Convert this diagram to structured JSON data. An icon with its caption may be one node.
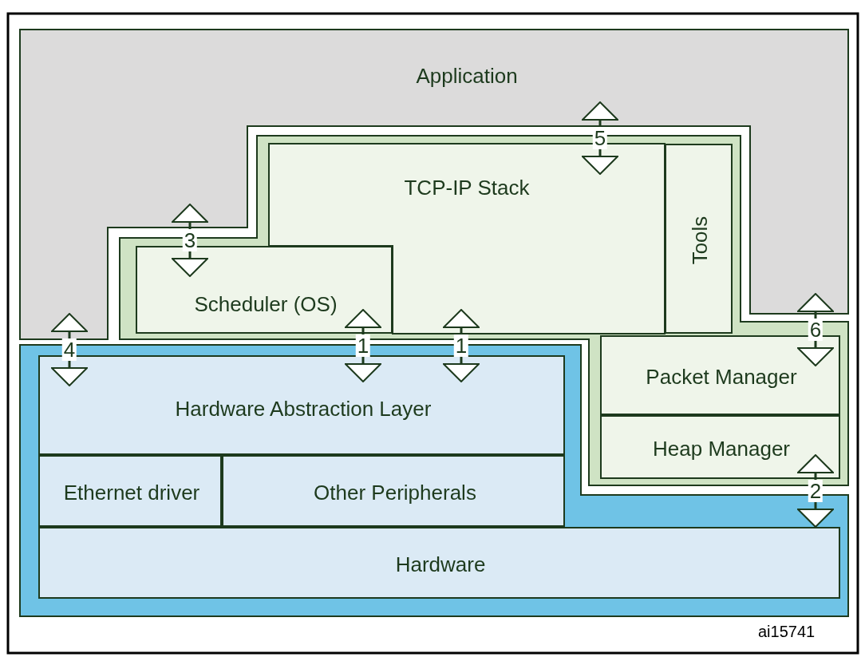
{
  "diagram": {
    "nodes": [
      {
        "text": [
          "Application"
        ]
      },
      {
        "text": [
          "TCP-IP Stack"
        ]
      },
      {
        "text": [
          "Tools"
        ]
      },
      {
        "text": [
          "Scheduler (OS)"
        ]
      },
      {
        "text": [
          "Packet Manager"
        ]
      },
      {
        "text": [
          "Heap Manager"
        ]
      },
      {
        "text": [
          "Hardware Abstraction Layer"
        ]
      },
      {
        "text": [
          "Ethernet driver"
        ]
      },
      {
        "text": [
          "Other Peripherals"
        ]
      },
      {
        "text": [
          "Hardware"
        ]
      }
    ],
    "edges": [
      {
        "from": 0,
        "to": 1,
        "arrow": "both",
        "label": "5"
      },
      {
        "from": 0,
        "to": 3,
        "arrow": "both",
        "label": "3"
      },
      {
        "from": 0,
        "to": 6,
        "arrow": "both",
        "label": "4"
      },
      {
        "from": 3,
        "to": 6,
        "arrow": "both",
        "label": "1"
      },
      {
        "from": 1,
        "to": 6,
        "arrow": "both",
        "label": "1"
      },
      {
        "from": 0,
        "to": 4,
        "arrow": "both",
        "label": "6"
      },
      {
        "from": 5,
        "to": 9,
        "arrow": "both",
        "label": "2"
      }
    ],
    "labels": [
      "ai15741"
    ]
  }
}
